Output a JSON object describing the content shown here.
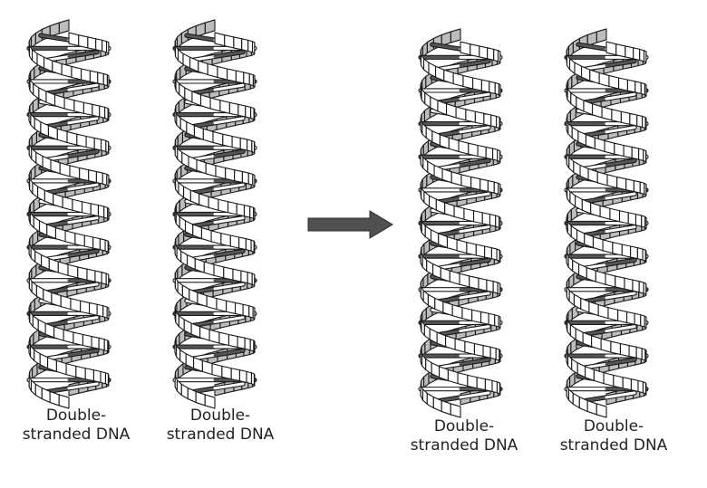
{
  "diagram": {
    "colors": {
      "outline": "#1a1a1a",
      "back_strand": "#bdbdbd",
      "front_strand": "#ffffff",
      "dark_base": "#555555",
      "light_base": "#ffffff",
      "arrow": "#505050"
    },
    "helices": [
      {
        "label": "Double-\nstranded DNA"
      },
      {
        "label": "Double-\nstranded DNA"
      },
      {
        "label": "Double-\nstranded DNA"
      },
      {
        "label": "Double-\nstranded DNA"
      }
    ],
    "arrow_icon": "right-arrow-icon"
  }
}
